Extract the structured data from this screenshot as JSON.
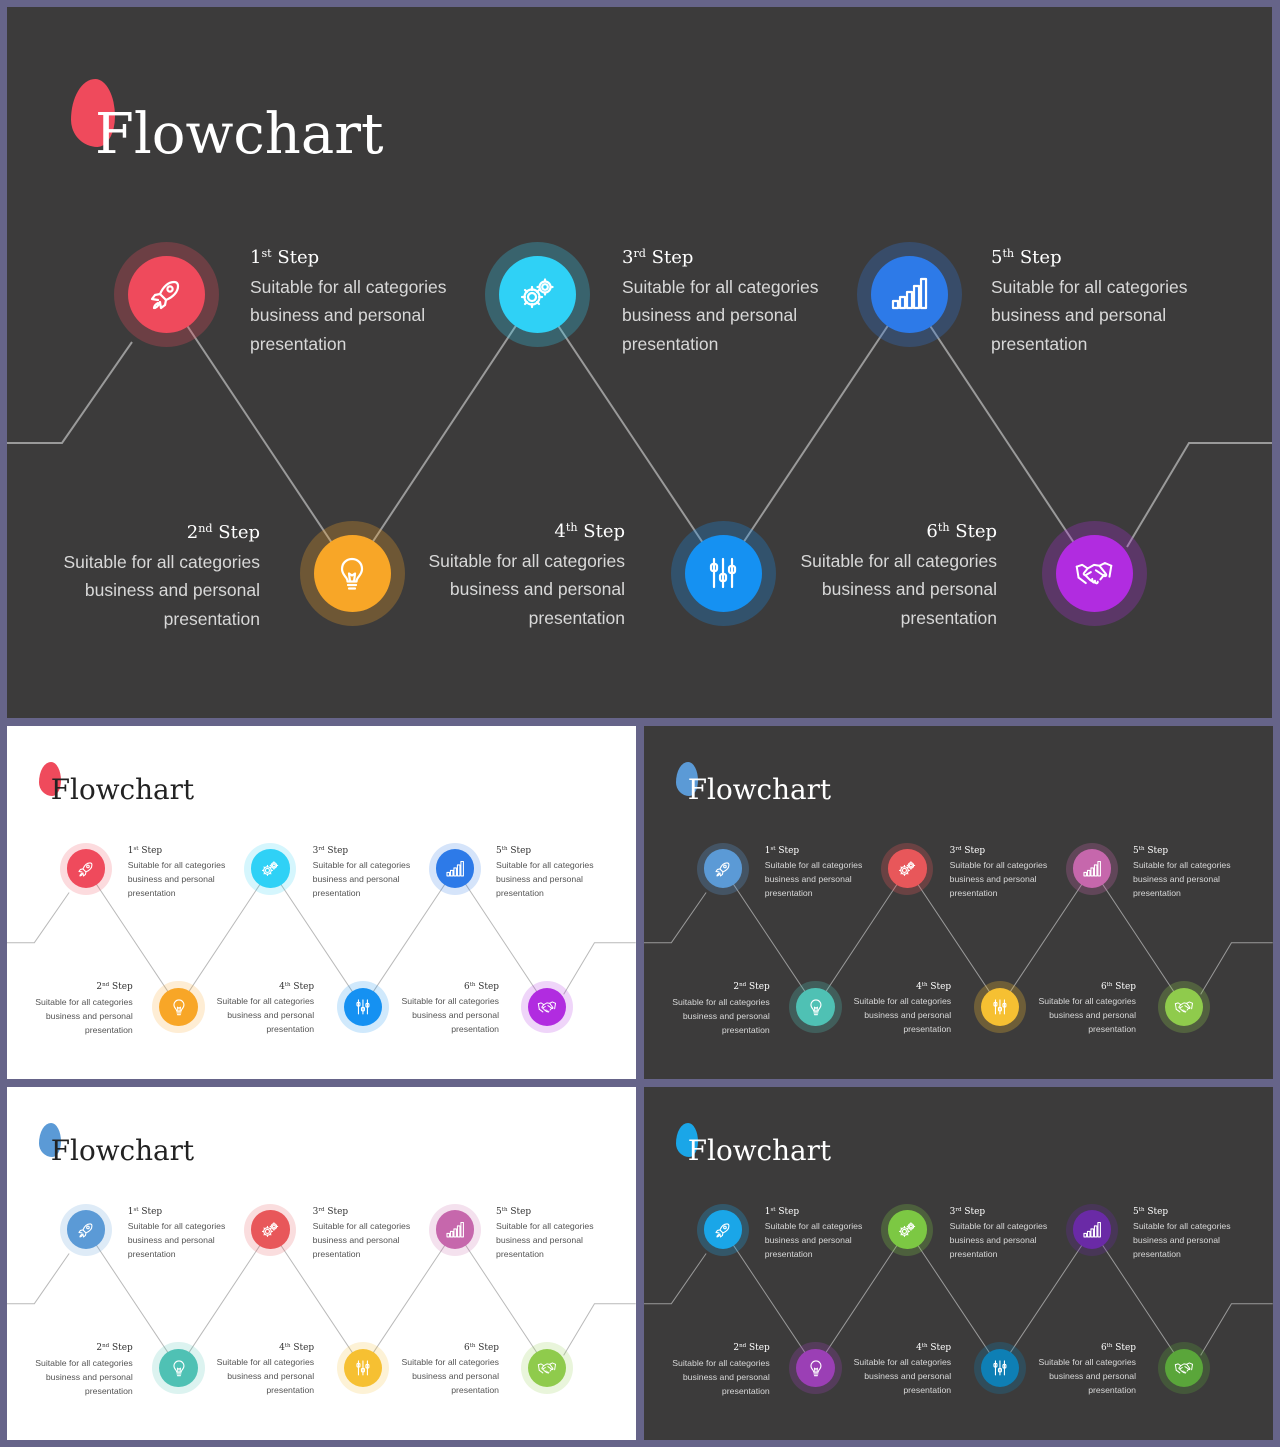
{
  "slides": [
    {
      "id": "slide-main",
      "theme": "dark",
      "title": "Flowchart",
      "blob_color": "#ef4a5c",
      "steps": [
        {
          "num": "1",
          "sup": "st",
          "label": "Step",
          "icon": "rocket-icon",
          "color": "#ef4a5c",
          "lines": [
            "Suitable for all categories",
            "business and personal",
            "presentation"
          ]
        },
        {
          "num": "2",
          "sup": "nd",
          "label": "Step",
          "icon": "lightbulb-icon",
          "color": "#f8a627",
          "lines": [
            "Suitable for all categories",
            "business and personal",
            "presentation"
          ]
        },
        {
          "num": "3",
          "sup": "rd",
          "label": "Step",
          "icon": "gears-icon",
          "color": "#2fd1f6",
          "lines": [
            "Suitable for all categories",
            "business and personal",
            "presentation"
          ]
        },
        {
          "num": "4",
          "sup": "th",
          "label": "Step",
          "icon": "sliders-icon",
          "color": "#1591f2",
          "lines": [
            "Suitable for all categories",
            "business and personal",
            "presentation"
          ]
        },
        {
          "num": "5",
          "sup": "th",
          "label": "Step",
          "icon": "bar-chart-icon",
          "color": "#2d7ae8",
          "lines": [
            "Suitable for all categories",
            "business and personal",
            "presentation"
          ]
        },
        {
          "num": "6",
          "sup": "th",
          "label": "Step",
          "icon": "handshake-icon",
          "color": "#b12ce0",
          "lines": [
            "Suitable for all categories",
            "business and personal",
            "presentation"
          ]
        }
      ]
    },
    {
      "id": "slide-light-1",
      "theme": "light",
      "title": "Flowchart",
      "blob_color": "#ef4a5c",
      "steps": [
        {
          "num": "1",
          "sup": "st",
          "label": "Step",
          "icon": "rocket-icon",
          "color": "#ef4a5c",
          "lines": [
            "Suitable for all categories",
            "business and personal",
            "presentation"
          ]
        },
        {
          "num": "2",
          "sup": "nd",
          "label": "Step",
          "icon": "lightbulb-icon",
          "color": "#f8a627",
          "lines": [
            "Suitable for all categories",
            "business and personal",
            "presentation"
          ]
        },
        {
          "num": "3",
          "sup": "rd",
          "label": "Step",
          "icon": "gears-icon",
          "color": "#2fd1f6",
          "lines": [
            "Suitable for all categories",
            "business and personal",
            "presentation"
          ]
        },
        {
          "num": "4",
          "sup": "th",
          "label": "Step",
          "icon": "sliders-icon",
          "color": "#1591f2",
          "lines": [
            "Suitable for all categories",
            "business and personal",
            "presentation"
          ]
        },
        {
          "num": "5",
          "sup": "th",
          "label": "Step",
          "icon": "bar-chart-icon",
          "color": "#2d7ae8",
          "lines": [
            "Suitable for all categories",
            "business and personal",
            "presentation"
          ]
        },
        {
          "num": "6",
          "sup": "th",
          "label": "Step",
          "icon": "handshake-icon",
          "color": "#b12ce0",
          "lines": [
            "Suitable for all categories",
            "business and personal",
            "presentation"
          ]
        }
      ]
    },
    {
      "id": "slide-dark-2",
      "theme": "dark",
      "title": "Flowchart",
      "blob_color": "#5b9ad6",
      "steps": [
        {
          "num": "1",
          "sup": "st",
          "label": "Step",
          "icon": "rocket-icon",
          "color": "#5b9ad6",
          "lines": [
            "Suitable for all categories",
            "business and personal",
            "presentation"
          ]
        },
        {
          "num": "2",
          "sup": "nd",
          "label": "Step",
          "icon": "lightbulb-icon",
          "color": "#4fc1b4",
          "lines": [
            "Suitable for all categories",
            "business and personal",
            "presentation"
          ]
        },
        {
          "num": "3",
          "sup": "rd",
          "label": "Step",
          "icon": "gears-icon",
          "color": "#e8575a",
          "lines": [
            "Suitable for all categories",
            "business and personal",
            "presentation"
          ]
        },
        {
          "num": "4",
          "sup": "th",
          "label": "Step",
          "icon": "sliders-icon",
          "color": "#f6c032",
          "lines": [
            "Suitable for all categories",
            "business and personal",
            "presentation"
          ]
        },
        {
          "num": "5",
          "sup": "th",
          "label": "Step",
          "icon": "bar-chart-icon",
          "color": "#c667ac",
          "lines": [
            "Suitable for all categories",
            "business and personal",
            "presentation"
          ]
        },
        {
          "num": "6",
          "sup": "th",
          "label": "Step",
          "icon": "handshake-icon",
          "color": "#8fcb4c",
          "lines": [
            "Suitable for all categories",
            "business and personal",
            "presentation"
          ]
        }
      ]
    },
    {
      "id": "slide-light-2",
      "theme": "light",
      "title": "Flowchart",
      "blob_color": "#5b9ad6",
      "steps": [
        {
          "num": "1",
          "sup": "st",
          "label": "Step",
          "icon": "rocket-icon",
          "color": "#5b9ad6",
          "lines": [
            "Suitable for all categories",
            "business and personal",
            "presentation"
          ]
        },
        {
          "num": "2",
          "sup": "nd",
          "label": "Step",
          "icon": "lightbulb-icon",
          "color": "#4fc1b4",
          "lines": [
            "Suitable for all categories",
            "business and personal",
            "presentation"
          ]
        },
        {
          "num": "3",
          "sup": "rd",
          "label": "Step",
          "icon": "gears-icon",
          "color": "#e8575a",
          "lines": [
            "Suitable for all categories",
            "business and personal",
            "presentation"
          ]
        },
        {
          "num": "4",
          "sup": "th",
          "label": "Step",
          "icon": "sliders-icon",
          "color": "#f6c032",
          "lines": [
            "Suitable for all categories",
            "business and personal",
            "presentation"
          ]
        },
        {
          "num": "5",
          "sup": "th",
          "label": "Step",
          "icon": "bar-chart-icon",
          "color": "#c667ac",
          "lines": [
            "Suitable for all categories",
            "business and personal",
            "presentation"
          ]
        },
        {
          "num": "6",
          "sup": "th",
          "label": "Step",
          "icon": "handshake-icon",
          "color": "#8fcb4c",
          "lines": [
            "Suitable for all categories",
            "business and personal",
            "presentation"
          ]
        }
      ]
    },
    {
      "id": "slide-dark-3",
      "theme": "dark",
      "title": "Flowchart",
      "blob_color": "#1aa6e8",
      "steps": [
        {
          "num": "1",
          "sup": "st",
          "label": "Step",
          "icon": "rocket-icon",
          "color": "#1aa6e8",
          "lines": [
            "Suitable for all categories",
            "business and personal",
            "presentation"
          ]
        },
        {
          "num": "2",
          "sup": "nd",
          "label": "Step",
          "icon": "lightbulb-icon",
          "color": "#9b3fb5",
          "lines": [
            "Suitable for all categories",
            "business and personal",
            "presentation"
          ]
        },
        {
          "num": "3",
          "sup": "rd",
          "label": "Step",
          "icon": "gears-icon",
          "color": "#7cc843",
          "lines": [
            "Suitable for all categories",
            "business and personal",
            "presentation"
          ]
        },
        {
          "num": "4",
          "sup": "th",
          "label": "Step",
          "icon": "sliders-icon",
          "color": "#0e7fb5",
          "lines": [
            "Suitable for all categories",
            "business and personal",
            "presentation"
          ]
        },
        {
          "num": "5",
          "sup": "th",
          "label": "Step",
          "icon": "bar-chart-icon",
          "color": "#6a2aa6",
          "lines": [
            "Suitable for all categories",
            "business and personal",
            "presentation"
          ]
        },
        {
          "num": "6",
          "sup": "th",
          "label": "Step",
          "icon": "handshake-icon",
          "color": "#5aa63a",
          "lines": [
            "Suitable for all categories",
            "business and personal",
            "presentation"
          ]
        }
      ]
    }
  ]
}
